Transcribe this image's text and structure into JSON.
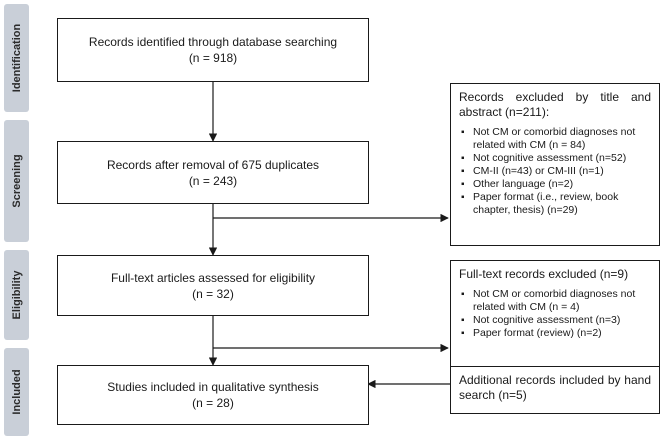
{
  "stages": [
    {
      "id": "identification",
      "label": "Identification"
    },
    {
      "id": "screening",
      "label": "Screening"
    },
    {
      "id": "eligibility",
      "label": "Eligibility"
    },
    {
      "id": "included",
      "label": "Included"
    }
  ],
  "main_boxes": [
    {
      "line1": "Records identified through database searching",
      "line2": "(n = 918)"
    },
    {
      "line1": "Records after removal of 675 duplicates",
      "line2": "(n = 243)"
    },
    {
      "line1": "Full-text articles assessed for eligibility",
      "line2": "(n = 32)"
    },
    {
      "line1": "Studies included in qualitative synthesis",
      "line2": "(n = 28)"
    }
  ],
  "excluded_title_abstract": {
    "heading": "Records excluded by title and abstract (n=211):",
    "items": [
      "Not CM or comorbid diagnoses not related with CM (n = 84)",
      "Not cognitive assessment (n=52)",
      "CM-II (n=43) or CM-III (n=1)",
      "Other language (n=2)",
      "Paper format (i.e., review, book chapter, thesis) (n=29)"
    ]
  },
  "excluded_full_text": {
    "heading": "Full-text records excluded (n=9)",
    "items": [
      "Not CM or comorbid diagnoses not related with CM (n = 4)",
      "Not cognitive assessment (n=3)",
      "Paper format (review) (n=2)"
    ]
  },
  "additional_records": {
    "text": "Additional records included by hand search (n=5)"
  }
}
